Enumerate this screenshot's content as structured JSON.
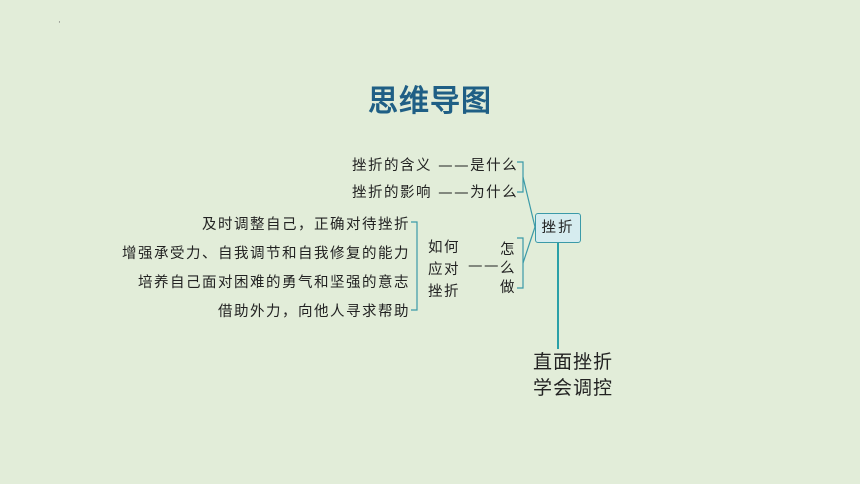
{
  "corner_mark": "·",
  "title": "思维导图",
  "what": {
    "left": "挫折的含义",
    "dash": "——",
    "right": "是什么"
  },
  "why": {
    "left": "挫折的影响",
    "dash": "——",
    "right": "为什么"
  },
  "methods": [
    "及时调整自己，正确对待挫折",
    "增强承受力、自我调节和自我修复的能力",
    "培养自己面对困难的勇气和坚强的意志",
    "借助外力，向他人寻求帮助"
  ],
  "how": {
    "lines": [
      "如何",
      "应对",
      "挫折"
    ],
    "dash": "——",
    "zen": [
      "怎",
      "么",
      "做"
    ]
  },
  "center": "挫折",
  "conclusion": [
    "直面挫折",
    "学会调控"
  ],
  "colors": {
    "title": "#1f5f85",
    "lines": "#3b9aa8",
    "background": "#e2edd9"
  }
}
